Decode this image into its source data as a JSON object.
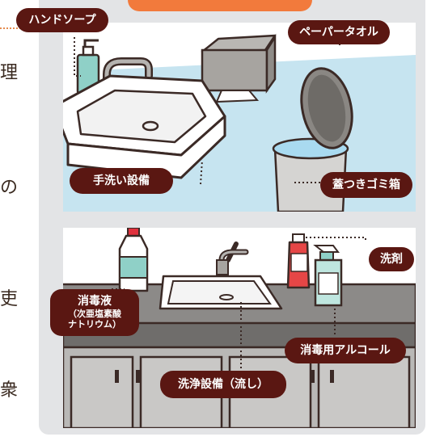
{
  "labels": {
    "hand_soap": "ハンドソープ",
    "paper_towel": "ペーパータオル",
    "handwash_facility": "手洗い設備",
    "lidded_trash": "蓋つきゴミ箱",
    "detergent": "洗剤",
    "disinfectant": "消毒液",
    "disinfectant_sub": "（次亜塩素酸\nナトリウム）",
    "alcohol": "消毒用アルコール",
    "wash_facility": "洗浄設備（流し）"
  },
  "side_text": {
    "c1": "理",
    "c2": "の",
    "c3": "吏",
    "c4": "衆"
  },
  "colors": {
    "label_bg": "#5a1712",
    "panel_bg": "#e3e4e6",
    "accent_orange": "#f27a3c",
    "sky_blue": "#c6e4f0",
    "outline": "#3b2a26"
  }
}
